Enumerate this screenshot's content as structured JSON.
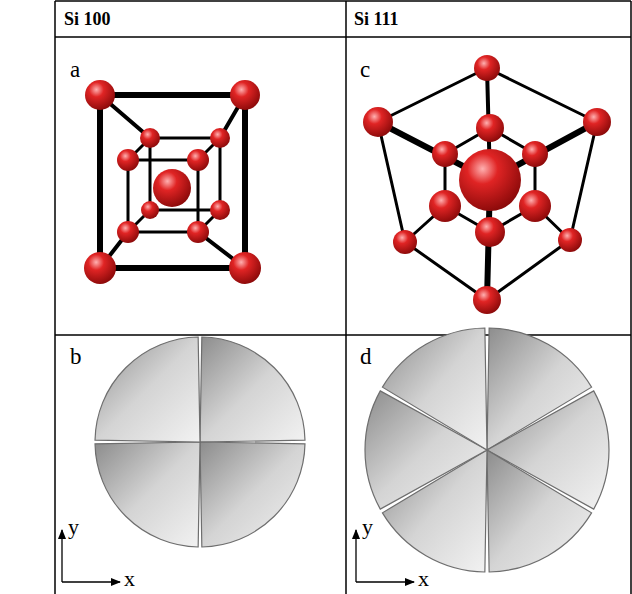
{
  "diagram": {
    "labels": [
      "Si 100",
      "Si 111",
      "a",
      "c",
      "b",
      "d",
      "y",
      "x",
      "y",
      "x"
    ]
  }
}
